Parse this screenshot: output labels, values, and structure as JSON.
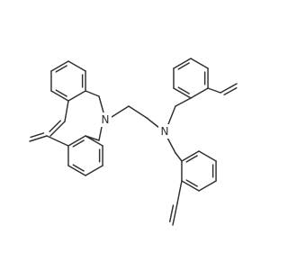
{
  "molecule": {
    "atom_labels": [
      {
        "id": "n-left",
        "text": "N"
      },
      {
        "id": "n-right",
        "text": "N"
      }
    ],
    "colors": {
      "bond": "#2f2f2f",
      "background": "#ffffff"
    }
  }
}
